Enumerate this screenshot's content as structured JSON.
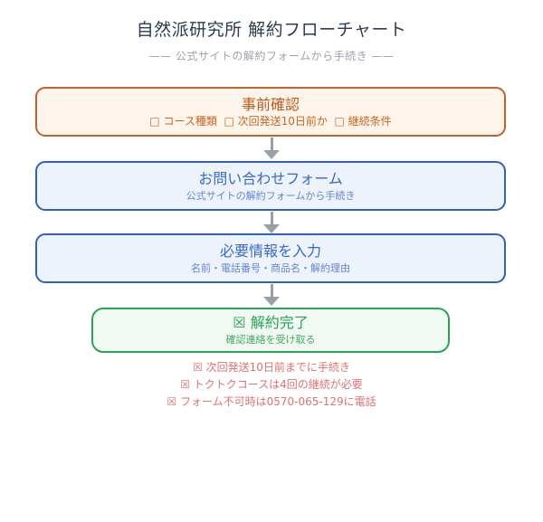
{
  "page": {
    "title": "自然派研究所 解約フローチャート",
    "subtitle": "—— 公式サイトの解約フォームから手続き ——"
  },
  "flow": {
    "steps": [
      {
        "title": "事前確認",
        "subtitle": "□ コース種類  □ 次回発送10日前か  □ 継続条件",
        "accent_color": "#c2622b",
        "fill_color": "#fdf4ec"
      },
      {
        "title": "お問い合わせフォーム",
        "subtitle": "公式サイトの解約フォームから手続き",
        "accent_color": "#3061bd",
        "fill_color": "#edf3fb"
      },
      {
        "title": "必要情報を入力",
        "subtitle": "名前・電話番号・商品名・解約理由",
        "accent_color": "#3061bd",
        "fill_color": "#edf3fb"
      },
      {
        "title": "☒ 解約完了",
        "subtitle": "確認連絡を受け取る",
        "accent_color": "#2da156",
        "fill_color": "#f0faf3"
      }
    ]
  },
  "notes": {
    "items": [
      "☒ 次回発送10日前までに手続き",
      "☒ トクトクコースは4回の継続が必要",
      "☒ フォーム不可時は0570-065-129に電話"
    ],
    "color": "#dc7272"
  },
  "icons": {
    "arrow": "down-arrow",
    "arrow_color": "#9aa0a6"
  }
}
